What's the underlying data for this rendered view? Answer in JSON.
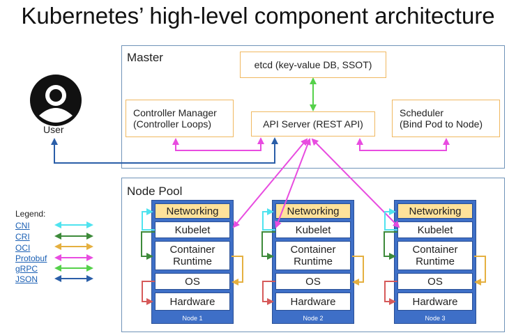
{
  "title": "Kubernetes’ high-level component architecture",
  "user": {
    "label": "User",
    "icon": "user-avatar-icon"
  },
  "master": {
    "label": "Master",
    "etcd": "etcd (key-value DB, SSOT)",
    "controller_manager": [
      "Controller Manager",
      "(Controller Loops)"
    ],
    "api_server": "API Server (REST API)",
    "scheduler": [
      "Scheduler",
      "(Bind Pod to Node)"
    ]
  },
  "node_pool": {
    "label": "Node Pool",
    "nodes": [
      {
        "name": "Node 1"
      },
      {
        "name": "Node 2"
      },
      {
        "name": "Node 3"
      }
    ],
    "layers": {
      "networking": "Networking",
      "kubelet": "Kubelet",
      "runtime": [
        "Container",
        "Runtime"
      ],
      "os": "OS",
      "hardware": "Hardware"
    }
  },
  "legend": {
    "title": "Legend:",
    "items": [
      {
        "label": "CNI",
        "color": "#4fe3ef"
      },
      {
        "label": "CRI",
        "color": "#3d8a3a"
      },
      {
        "label": "OCI",
        "color": "#e5b040"
      },
      {
        "label": "Protobuf",
        "color": "#e84ce0"
      },
      {
        "label": "gRPC",
        "color": "#55d14a"
      },
      {
        "label": "JSON",
        "color": "#2a5ea8"
      }
    ]
  }
}
